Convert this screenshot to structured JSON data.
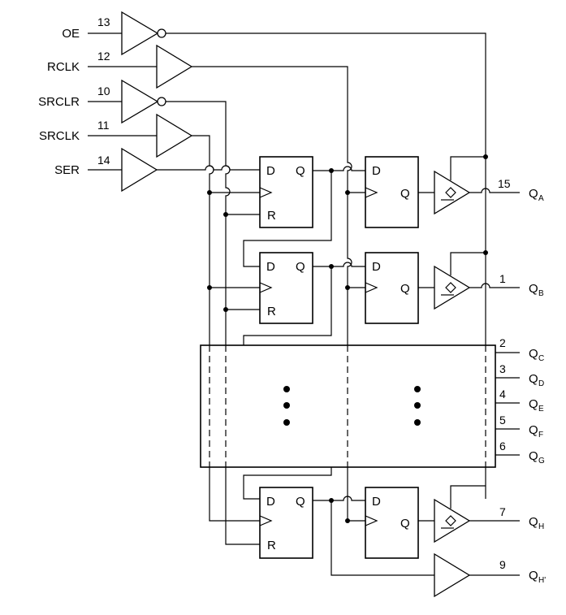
{
  "inputs": [
    {
      "name": "OE",
      "pin": "13"
    },
    {
      "name": "RCLK",
      "pin": "12"
    },
    {
      "name": "SRCLR",
      "pin": "10"
    },
    {
      "name": "SRCLK",
      "pin": "11"
    },
    {
      "name": "SER",
      "pin": "14"
    }
  ],
  "outputs": [
    {
      "main": "Q",
      "sub": "A",
      "pin": "15"
    },
    {
      "main": "Q",
      "sub": "B",
      "pin": "1"
    },
    {
      "main": "Q",
      "sub": "C",
      "pin": "2"
    },
    {
      "main": "Q",
      "sub": "D",
      "pin": "3"
    },
    {
      "main": "Q",
      "sub": "E",
      "pin": "4"
    },
    {
      "main": "Q",
      "sub": "F",
      "pin": "5"
    },
    {
      "main": "Q",
      "sub": "G",
      "pin": "6"
    },
    {
      "main": "Q",
      "sub": "H",
      "pin": "7"
    },
    {
      "main": "Q",
      "sub": "H'",
      "pin": "9"
    }
  ],
  "flipflop": {
    "d": "D",
    "q": "Q",
    "r": "R"
  }
}
